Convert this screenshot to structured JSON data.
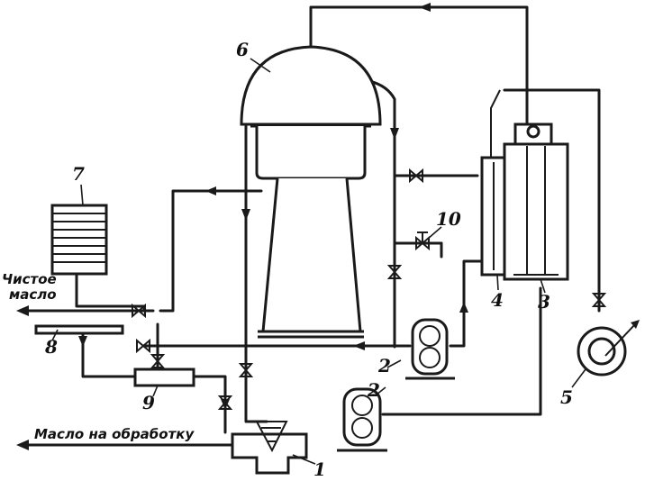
{
  "diagram": {
    "callouts": {
      "n1": "1",
      "n2a": "2",
      "n2b": "2",
      "n3": "3",
      "n4": "4",
      "n5": "5",
      "n6": "6",
      "n7": "7",
      "n8": "8",
      "n9": "9",
      "n10": "10"
    },
    "labels": {
      "clean_oil_line1": "Чистое",
      "clean_oil_line2": "масло",
      "oil_to_treatment": "Масло на обработку"
    },
    "colors": {
      "ink": "#1a1a1a",
      "paper": "#ffffff"
    }
  }
}
